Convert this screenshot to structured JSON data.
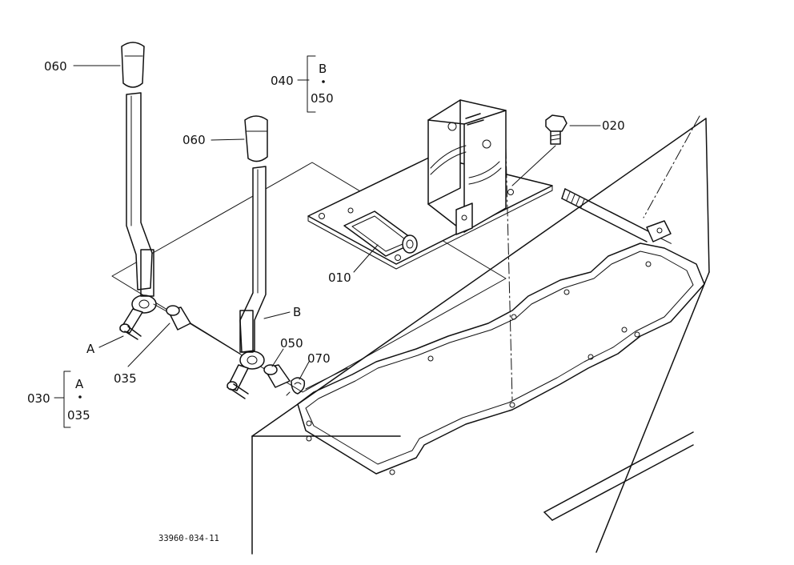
{
  "labels": {
    "p060": "060",
    "p020": "020",
    "p010": "010",
    "p035": "035",
    "p050": "050",
    "p070": "070",
    "pA": "A",
    "pB": "B"
  },
  "group_030": {
    "number": "030",
    "item_a": "A",
    "item_b": "035"
  },
  "group_040": {
    "number": "040",
    "item_a": "B",
    "item_b": "050"
  },
  "drawing_number": "33960-034-11"
}
